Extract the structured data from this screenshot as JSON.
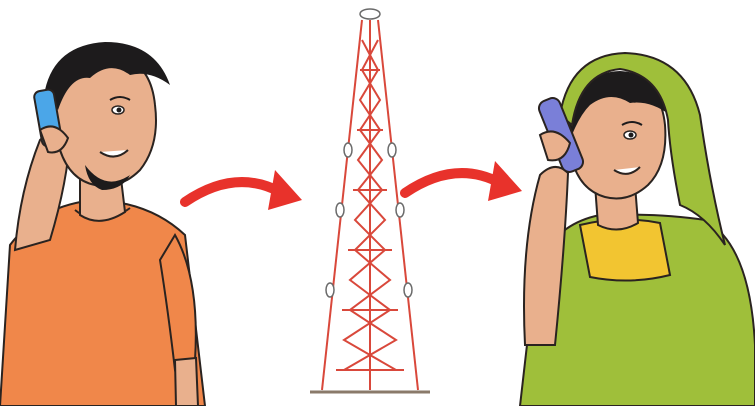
{
  "scene": {
    "figures": [
      {
        "id": "man",
        "icon": "man-on-phone-icon",
        "shirt_color": "#f0874a",
        "phone_color": "#4ba6e8"
      },
      {
        "id": "tower",
        "icon": "transmission-tower-icon",
        "color": "#d9483b"
      },
      {
        "id": "woman",
        "icon": "woman-on-phone-icon",
        "saree_color": "#9fbf3a",
        "blouse_color": "#f2c531",
        "phone_color": "#7a7fd8"
      }
    ],
    "arrows": [
      {
        "id": "arrow-man-to-tower",
        "icon": "red-curved-arrow-icon",
        "color": "#e8322b"
      },
      {
        "id": "arrow-tower-to-woman",
        "icon": "red-curved-arrow-icon",
        "color": "#e8322b"
      }
    ],
    "colors": {
      "skin": "#e9b08d",
      "hair": "#1d1b1c",
      "outline": "#2a2320"
    }
  }
}
